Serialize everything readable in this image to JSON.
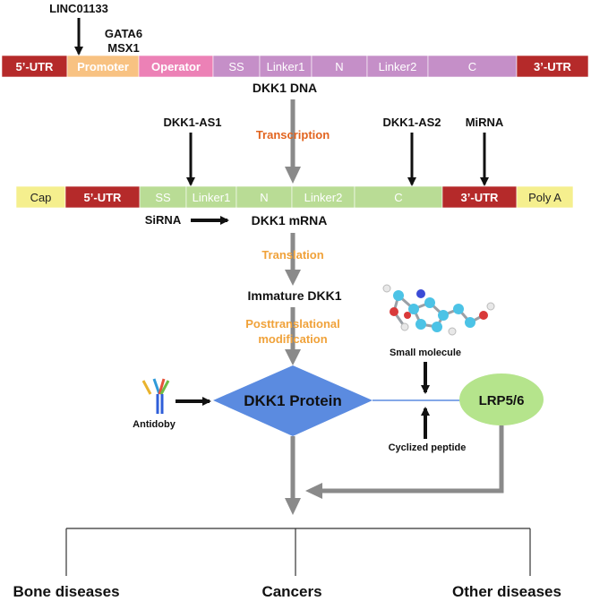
{
  "dna": {
    "label": "DKK1 DNA",
    "top_regulators": {
      "linc": "LINC01133",
      "gata": "GATA6",
      "msx": "MSX1"
    },
    "segments": [
      {
        "label": "5’-UTR",
        "color": "#b52a2a",
        "text_color": "#ffffff"
      },
      {
        "label": "Promoter",
        "color": "#f8c282",
        "text_color": "#ffffff"
      },
      {
        "label": "Operator",
        "color": "#ec81b6",
        "text_color": "#ffffff"
      },
      {
        "label": "SS",
        "color": "#c58fc8",
        "text_color": "#ffffff"
      },
      {
        "label": "Linker1",
        "color": "#c58fc8",
        "text_color": "#ffffff"
      },
      {
        "label": "N",
        "color": "#c58fc8",
        "text_color": "#ffffff"
      },
      {
        "label": "Linker2",
        "color": "#c58fc8",
        "text_color": "#ffffff"
      },
      {
        "label": "C",
        "color": "#c58fc8",
        "text_color": "#ffffff"
      },
      {
        "label": "3’-UTR",
        "color": "#b52a2a",
        "text_color": "#ffffff"
      }
    ]
  },
  "steps": {
    "transcription": "Transcription",
    "translation": "Translation",
    "posttranslational_1": "Posttranslational",
    "posttranslational_2": "modification",
    "step_color": "#f0a23a",
    "transcription_color": "#e2641f"
  },
  "mrna": {
    "label": "DKK1 mRNA",
    "regulators": {
      "as1": "DKK1-AS1",
      "as2": "DKK1-AS2",
      "mirna": "MiRNA",
      "sirna": "SiRNA"
    },
    "segments": [
      {
        "label": "Cap",
        "color": "#f5ef8e",
        "text_color": "#222222"
      },
      {
        "label": "5’-UTR",
        "color": "#b52a2a",
        "text_color": "#ffffff"
      },
      {
        "label": "SS",
        "color": "#b9dc95",
        "text_color": "#ffffff"
      },
      {
        "label": "Linker1",
        "color": "#b9dc95",
        "text_color": "#ffffff"
      },
      {
        "label": "N",
        "color": "#b9dc95",
        "text_color": "#ffffff"
      },
      {
        "label": "Linker2",
        "color": "#b9dc95",
        "text_color": "#ffffff"
      },
      {
        "label": "C",
        "color": "#b9dc95",
        "text_color": "#ffffff"
      },
      {
        "label": "3’-UTR",
        "color": "#b52a2a",
        "text_color": "#ffffff"
      },
      {
        "label": "Poly A",
        "color": "#f5ef8e",
        "text_color": "#222222"
      }
    ]
  },
  "immature": "Immature DKK1",
  "protein": {
    "label": "DKK1 Protein",
    "color": "#5b8be0"
  },
  "lrp": {
    "label": "LRP5/6",
    "color": "#b5e48c"
  },
  "antibody": {
    "label": "Antidoby"
  },
  "small_molecule": "Small molecule",
  "cyclized_peptide": "Cyclized peptide",
  "outcomes": [
    "Bone diseases",
    "Cancers",
    "Other diseases"
  ]
}
